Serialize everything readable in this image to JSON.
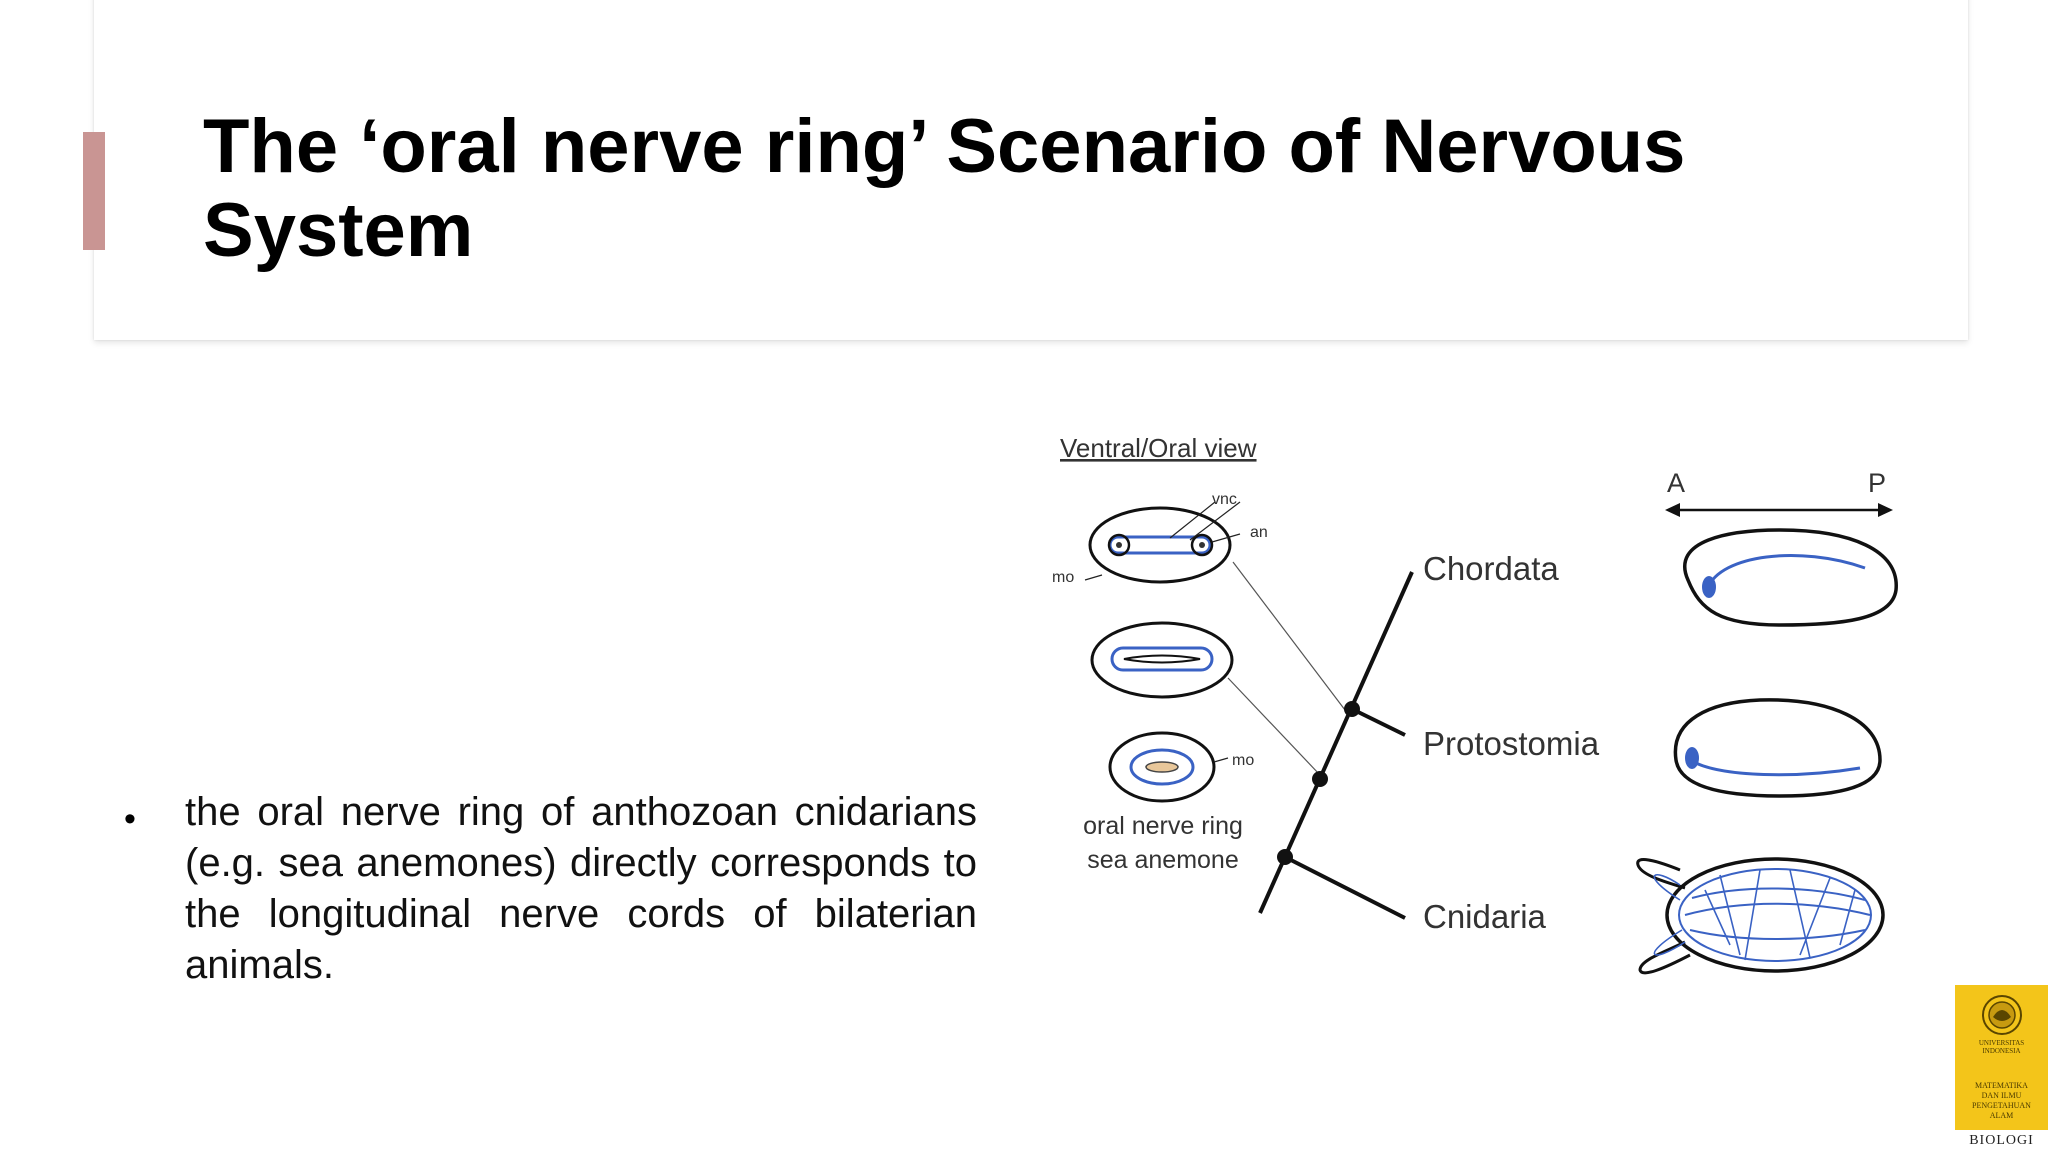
{
  "slide": {
    "title": "The ‘oral nerve ring’ Scenario of Nervous System",
    "bullet_marker": "•",
    "bullet_text": "the oral nerve ring of anthozoan cnidarians (e.g. sea anemones) directly corresponds to the longitudinal nerve cords of bilaterian animals."
  },
  "figure": {
    "view_label": "Ventral/Oral view",
    "label_vnc": "vnc",
    "label_an": "an",
    "label_mo_top": "mo",
    "label_mo_bottom": "mo",
    "caption_line1": "oral nerve ring",
    "caption_line2": "sea anemone",
    "taxon_chordata": "Chordata",
    "taxon_protostomia": "Protostomia",
    "taxon_cnidaria": "Cnidaria",
    "axis_a": "A",
    "axis_p": "P",
    "nerve_color": "#3a62c4"
  },
  "logo": {
    "line1": "UNIVERSITAS",
    "line2": "INDONESIA",
    "line3": "MATEMATIKA",
    "line4": "DAN ILMU",
    "line5": "PENGETAHUAN",
    "line6": "ALAM",
    "label": "BIOLOGI",
    "color": "#f3c51a"
  }
}
